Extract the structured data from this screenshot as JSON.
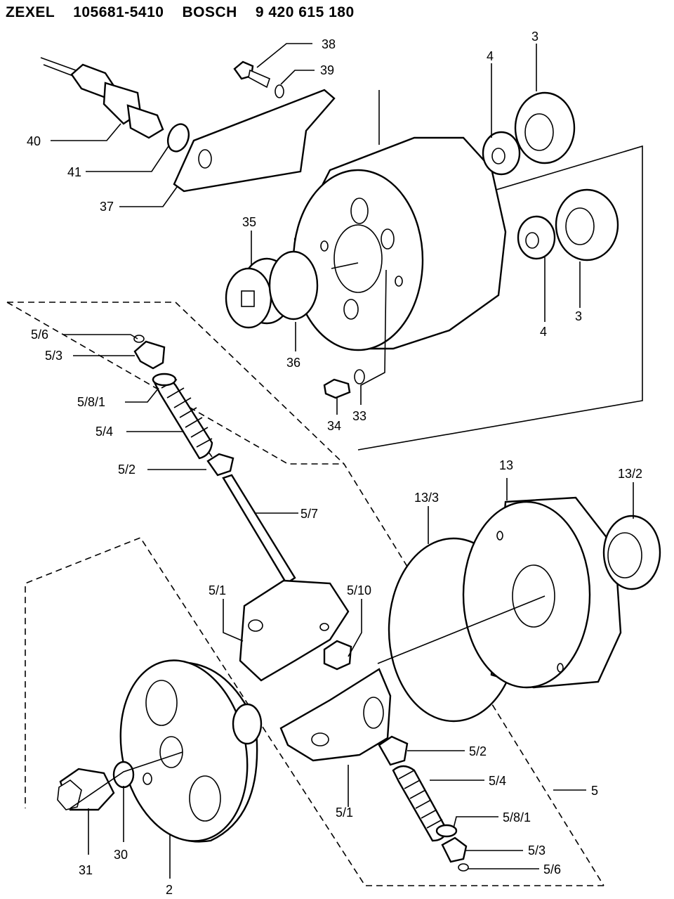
{
  "header": {
    "brand1": "ZEXEL",
    "part_no1": "105681-5410",
    "brand2": "BOSCH",
    "part_no2": "9 420 615 180"
  },
  "callouts": {
    "c40": "40",
    "c41": "41",
    "c37": "37",
    "c38": "38",
    "c39": "39",
    "c4a": "4",
    "c3a": "3",
    "c35": "35",
    "c36": "36",
    "c4b": "4",
    "c3b": "3",
    "c34": "34",
    "c33": "33",
    "c56a": "5/6",
    "c53a": "5/3",
    "c581a": "5/8/1",
    "c54a": "5/4",
    "c52a": "5/2",
    "c57": "5/7",
    "c51a": "5/1",
    "c510": "5/10",
    "c133": "13/3",
    "c13": "13",
    "c132": "13/2",
    "c52b": "5/2",
    "c54b": "5/4",
    "c5": "5",
    "c51b": "5/1",
    "c581b": "5/8/1",
    "c53b": "5/3",
    "c56b": "5/6",
    "c31": "31",
    "c30": "30",
    "c2": "2"
  }
}
